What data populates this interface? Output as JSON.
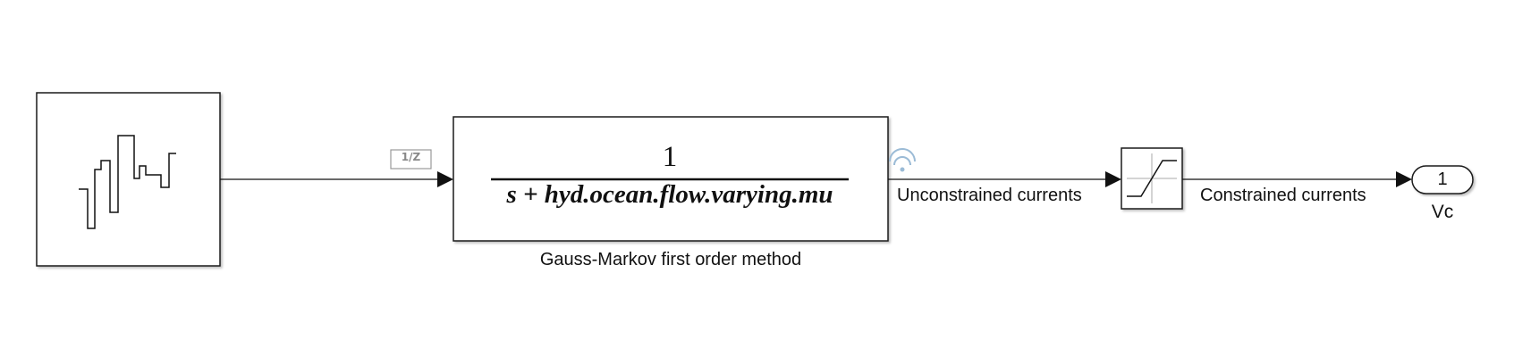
{
  "diagram": {
    "delay_badge": "1/Z",
    "transfer_fcn": {
      "numerator": "1",
      "denominator": "s + hyd.ocean.flow.varying.mu",
      "caption": "Gauss-Markov first order method"
    },
    "signals": {
      "unconstrained": "Unconstrained currents",
      "constrained": "Constrained currents"
    },
    "outport": {
      "number": "1",
      "name": "Vc"
    }
  },
  "colors": {
    "line": "#111111",
    "block_border": "#1a1a1a",
    "badge_border": "#999999",
    "badge_text": "#888888",
    "wifi_icon": "#9bbbd6"
  }
}
